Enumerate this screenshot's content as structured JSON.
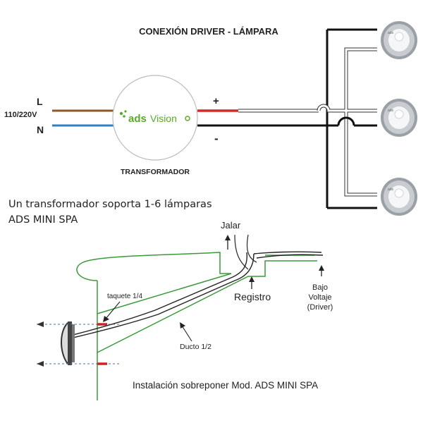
{
  "top": {
    "title": "CONEXIÓN DRIVER - LÁMPARA",
    "line_label": "L",
    "voltage_label": "110/220V",
    "neutral_label": "N",
    "plus_label": "+",
    "minus_label": "-",
    "transformer_label": "TRANSFORMADOR",
    "logo_text_ads": "ads",
    "logo_text_vision": "Vision"
  },
  "note": {
    "line1": "Un transformador soporta 1-6 lámparas",
    "line2": "ADS MINI SPA"
  },
  "install": {
    "jalar": "Jalar",
    "registro": "Registro",
    "bajo": "Bajo",
    "voltaje": "Voltaje",
    "driver": "(Driver)",
    "taquete": "taquete 1/4",
    "ducto": "Ducto 1/2",
    "caption": "Instalación sobreponer Mod. ADS MINI SPA"
  },
  "colors": {
    "live_wire": "#8b5a2b",
    "neutral_wire": "#2f7fc1",
    "positive_wire": "#d62828",
    "negative_wire": "#111111",
    "wall_line": "#3a9a3a",
    "anchor": "#cc2222",
    "logo_green": "#5aaa2a"
  }
}
